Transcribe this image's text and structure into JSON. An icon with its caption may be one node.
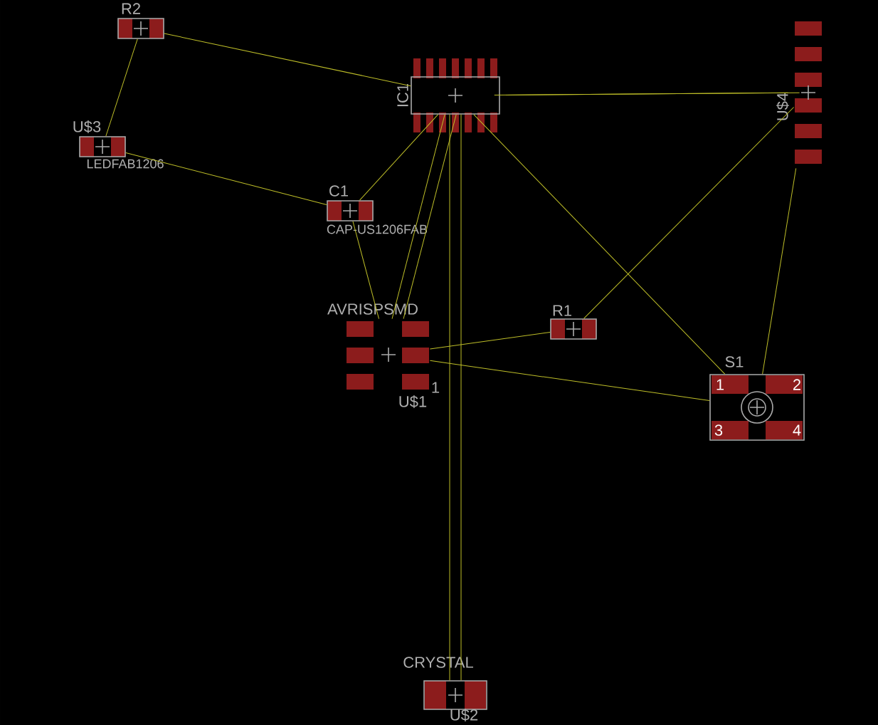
{
  "diagram": {
    "nodes": [
      {
        "text": [
          "R2"
        ]
      },
      {
        "text": [
          "U$3",
          "LEDFAB1206"
        ]
      },
      {
        "text": [
          "IC1"
        ]
      },
      {
        "text": [
          "C1",
          "CAP-US1206FAB"
        ]
      },
      {
        "text": [
          "U$4"
        ]
      },
      {
        "text": [
          "AVRISPSMD",
          "U$1"
        ]
      },
      {
        "text": [
          "R1"
        ]
      },
      {
        "text": [
          "S1",
          "1",
          "2",
          "3",
          "4"
        ]
      },
      {
        "text": [
          "CRYSTAL",
          "U$2"
        ]
      }
    ],
    "edges": [
      {
        "from": 0,
        "to": 1,
        "arrow": "none"
      },
      {
        "from": 0,
        "to": 2,
        "arrow": "none"
      },
      {
        "from": 1,
        "to": 3,
        "arrow": "none"
      },
      {
        "from": 3,
        "to": 2,
        "arrow": "none"
      },
      {
        "from": 2,
        "to": 4,
        "arrow": "none"
      },
      {
        "from": 2,
        "to": 4,
        "arrow": "none"
      },
      {
        "from": 2,
        "to": 7,
        "arrow": "none"
      },
      {
        "from": 4,
        "to": 6,
        "arrow": "none"
      },
      {
        "from": 4,
        "to": 7,
        "arrow": "none"
      },
      {
        "from": 5,
        "to": 6,
        "arrow": "none"
      },
      {
        "from": 5,
        "to": 7,
        "arrow": "none"
      },
      {
        "from": 2,
        "to": 5,
        "arrow": "none"
      },
      {
        "from": 2,
        "to": 5,
        "arrow": "none"
      },
      {
        "from": 3,
        "to": 5,
        "arrow": "none"
      },
      {
        "from": 2,
        "to": 8,
        "arrow": "none"
      },
      {
        "from": 2,
        "to": 8,
        "arrow": "none"
      }
    ],
    "labels": [
      "1"
    ]
  }
}
